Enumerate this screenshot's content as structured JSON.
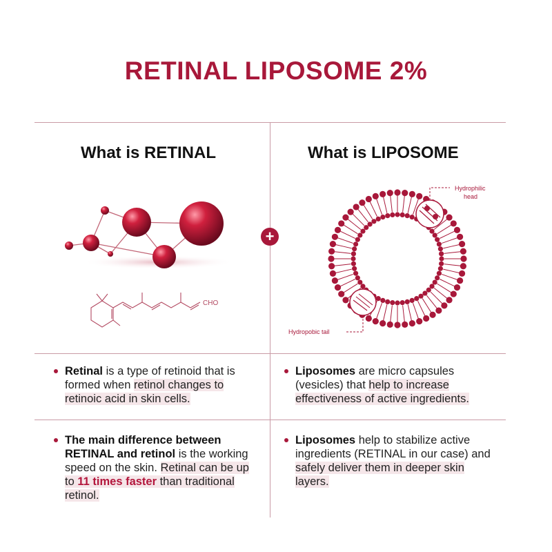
{
  "title": "RETINAL LIPOSOME 2%",
  "left": {
    "heading": "What is RETINAL",
    "formula_label": "CHO",
    "p1": {
      "bold": "Retinal",
      "text1": " is a type of retinoid that is formed when ",
      "highlight": "retinol changes to retinoic acid in skin cells."
    },
    "p2": {
      "bold": "The main difference between RETINAL and retinol",
      "text1": " is the working speed  on the skin. ",
      "highlight1": "Retinal can be up to ",
      "red": "11 times faster",
      "highlight2": " than traditional retinol."
    }
  },
  "right": {
    "heading": "What is LIPOSOME",
    "label_head_1": "Hydrophilic",
    "label_head_2": "head",
    "label_tail": "Hydropobic tail",
    "p1": {
      "bold": "Liposomes",
      "text1": " are micro capsules (vesicles) that ",
      "highlight": "help to increase effectiveness of active ingredients."
    },
    "p2": {
      "bold": "Liposomes",
      "text1": " help to stabilize active ingredients (RETINAL in our case) and ",
      "highlight": "safely deliver them in deeper skin layers."
    }
  },
  "colors": {
    "accent": "#a8183a",
    "highlight": "#f5e6e9",
    "divider": "#c99aa5"
  },
  "icons": {
    "plus": "plus-icon",
    "molecule": "molecule-icon",
    "liposome": "liposome-icon"
  }
}
